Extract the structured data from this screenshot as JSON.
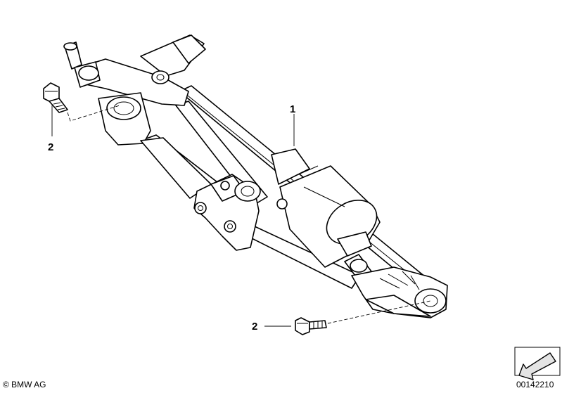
{
  "callouts": {
    "linkage": "1",
    "bolt_upper": "2",
    "bolt_lower": "2"
  },
  "footer": {
    "copyright": "© BMW AG",
    "diagram_number": "00142210"
  }
}
